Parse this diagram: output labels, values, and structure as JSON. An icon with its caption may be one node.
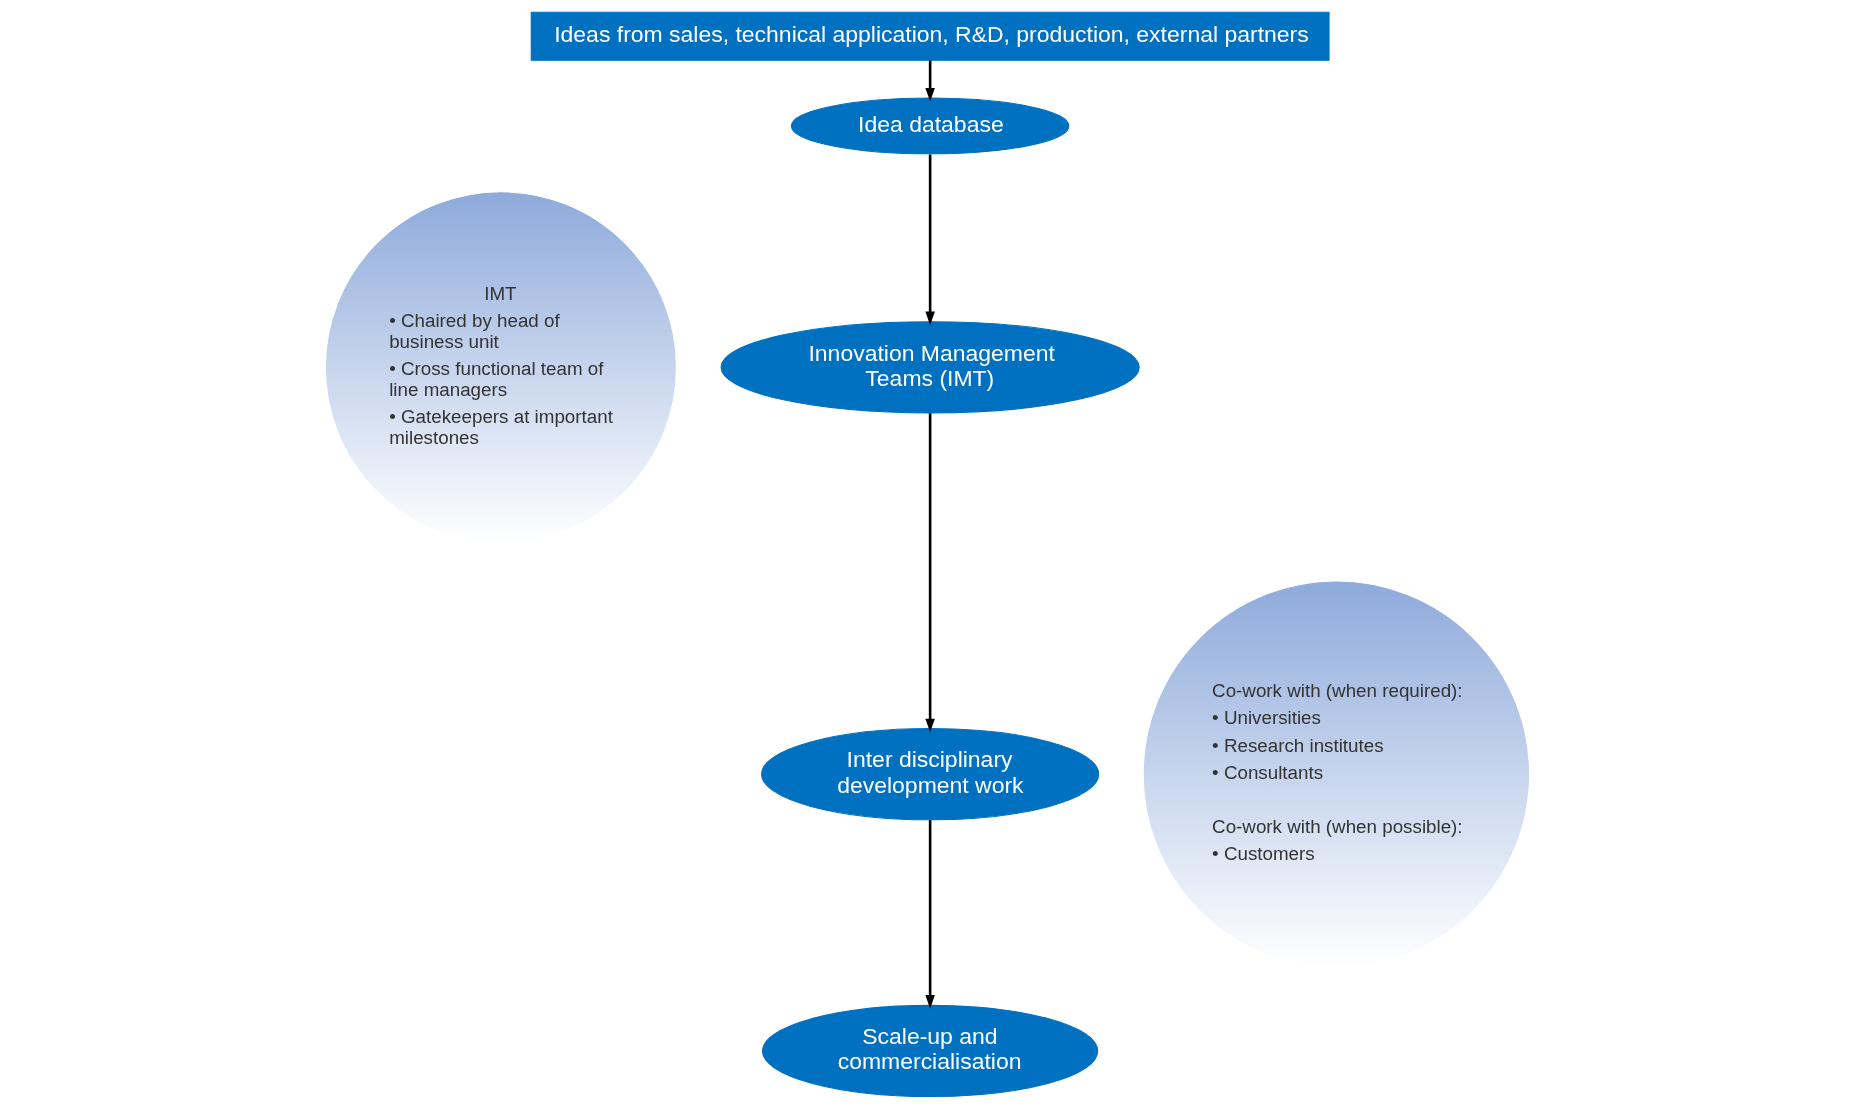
{
  "diagram": {
    "nodes": [
      {
        "text": [
          "Ideas from sales, technical application, R&D, production, external partners"
        ]
      },
      {
        "text": [
          "Idea database"
        ]
      },
      {
        "text": [
          "Innovation Management Teams (IMT)"
        ]
      },
      {
        "text": [
          "Inter disciplinary development work"
        ]
      },
      {
        "text": [
          "Scale-up and commercialisation"
        ]
      },
      {
        "text": [
          "IMT",
          "• Chaired by head of business unit",
          "• Cross functional team of line managers",
          "• Gatekeepers at important milestones"
        ]
      },
      {
        "text": [
          "Co-work with (when required):",
          "• Universities",
          "• Research institutes",
          "• Consultants",
          "Co-work with (when possible):",
          "• Customers"
        ]
      }
    ],
    "edges": [
      {
        "from": 0,
        "to": 1,
        "arrow": "to"
      },
      {
        "from": 1,
        "to": 2,
        "arrow": "to"
      },
      {
        "from": 2,
        "to": 3,
        "arrow": "to"
      },
      {
        "from": 3,
        "to": 4,
        "arrow": "to"
      }
    ]
  }
}
